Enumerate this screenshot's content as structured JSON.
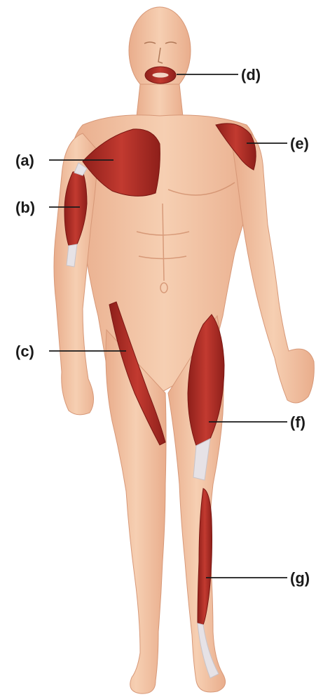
{
  "labels": {
    "a": "(a)",
    "b": "(b)",
    "c": "(c)",
    "d": "(d)",
    "e": "(e)",
    "f": "(f)",
    "g": "(g)"
  },
  "colors": {
    "skin": "#f2c2a2",
    "skin_shadow": "#e3a684",
    "muscle": "#b8322a",
    "muscle_dark": "#8e1f1a",
    "tendon": "#e8e4e6",
    "leader_line": "#1a1a1a"
  }
}
